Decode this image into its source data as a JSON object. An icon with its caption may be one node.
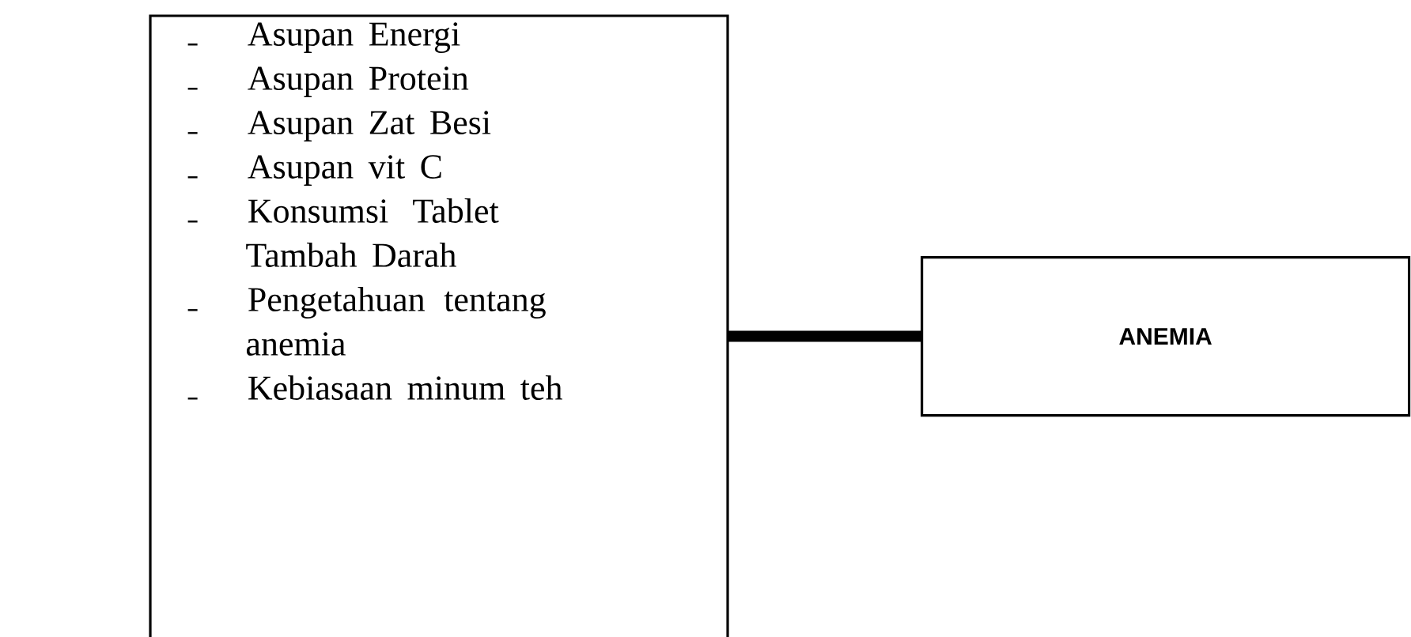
{
  "diagram": {
    "nodes": [
      {
        "text": [
          "Asupan Energi",
          "Asupan Protein",
          "Asupan Zat Besi",
          "Asupan vit C",
          "Konsumsi Tablet Tambah Darah",
          "Pengetahuan tentang anemia",
          "Kebiasaan minum teh"
        ]
      },
      {
        "text": [
          "ANEMIA"
        ]
      }
    ],
    "edges": [
      {
        "from": 0,
        "to": 1,
        "arrow": "none"
      }
    ]
  }
}
